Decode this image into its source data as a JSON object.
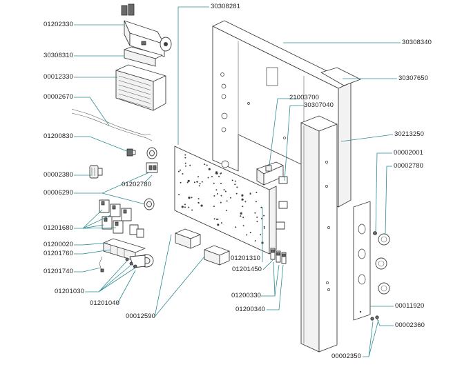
{
  "colors": {
    "leader": "#2a8b93",
    "outline": "#3b3b3b"
  },
  "part_numbers": {
    "p01202330": "01202330",
    "p30308310": "30308310",
    "p00012330": "00012330",
    "p00002670": "00002670",
    "p01200830": "01200830",
    "p00002380": "00002380",
    "p01202780": "01202780",
    "p00006290": "00006290",
    "p01201680": "01201680",
    "p01200020": "01200020",
    "p01201760": "01201760",
    "p01201740": "01201740",
    "p01201030": "01201030",
    "p01201040": "01201040",
    "p00012590": "00012590",
    "p30308281": "30308281",
    "p30308340": "30308340",
    "p30307650": "30307650",
    "p21003700": "21003700",
    "p30307040": "30307040",
    "p30213250": "30213250",
    "p00002001": "00002001",
    "p00002780": "00002780",
    "p01201310": "01201310",
    "p01201450": "01201450",
    "p01200330": "01200330",
    "p01200340": "01200340",
    "p00011920": "00011920",
    "p00002360": "00002360",
    "p00002350": "00002350"
  }
}
